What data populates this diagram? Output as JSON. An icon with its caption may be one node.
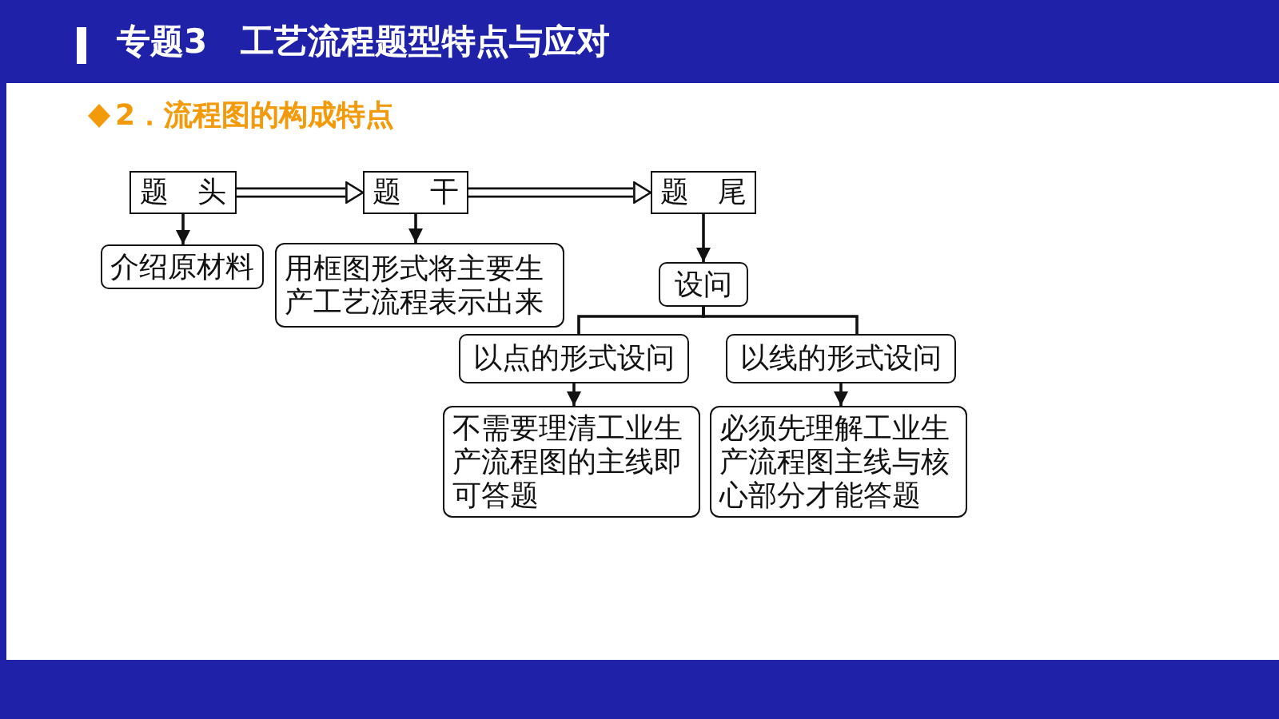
{
  "diagram": {
    "title": "专题3　工艺流程题型特点与应对",
    "nodes": [
      {
        "text": [
          "题　头"
        ]
      },
      {
        "text": [
          "题　干"
        ]
      },
      {
        "text": [
          "题　尾"
        ]
      },
      {
        "text": [
          "介绍原材料"
        ]
      },
      {
        "text": [
          "用框图形式将主要生产工艺流程表示出来"
        ]
      },
      {
        "text": [
          "设问"
        ]
      },
      {
        "text": [
          "以点的形式设问"
        ]
      },
      {
        "text": [
          "以线的形式设问"
        ]
      },
      {
        "text": [
          "不需要理清工业生产流程图的主线即可答题"
        ]
      },
      {
        "text": [
          "必须先理解工业生产流程图主线与核心部分才能答题"
        ]
      }
    ],
    "edges": [
      {
        "from": 0,
        "to": 1,
        "arrow": "to",
        "style": "thick"
      },
      {
        "from": 1,
        "to": 2,
        "arrow": "to",
        "style": "thick"
      },
      {
        "from": 0,
        "to": 3,
        "arrow": "to"
      },
      {
        "from": 1,
        "to": 4,
        "arrow": "to"
      },
      {
        "from": 2,
        "to": 5,
        "arrow": "to"
      },
      {
        "from": 5,
        "to": 6,
        "arrow": "none"
      },
      {
        "from": 5,
        "to": 7,
        "arrow": "none"
      },
      {
        "from": 6,
        "to": 8,
        "arrow": "to"
      },
      {
        "from": 7,
        "to": 9,
        "arrow": "to"
      }
    ],
    "labels": [
      "2．流程图的构成特点"
    ]
  }
}
